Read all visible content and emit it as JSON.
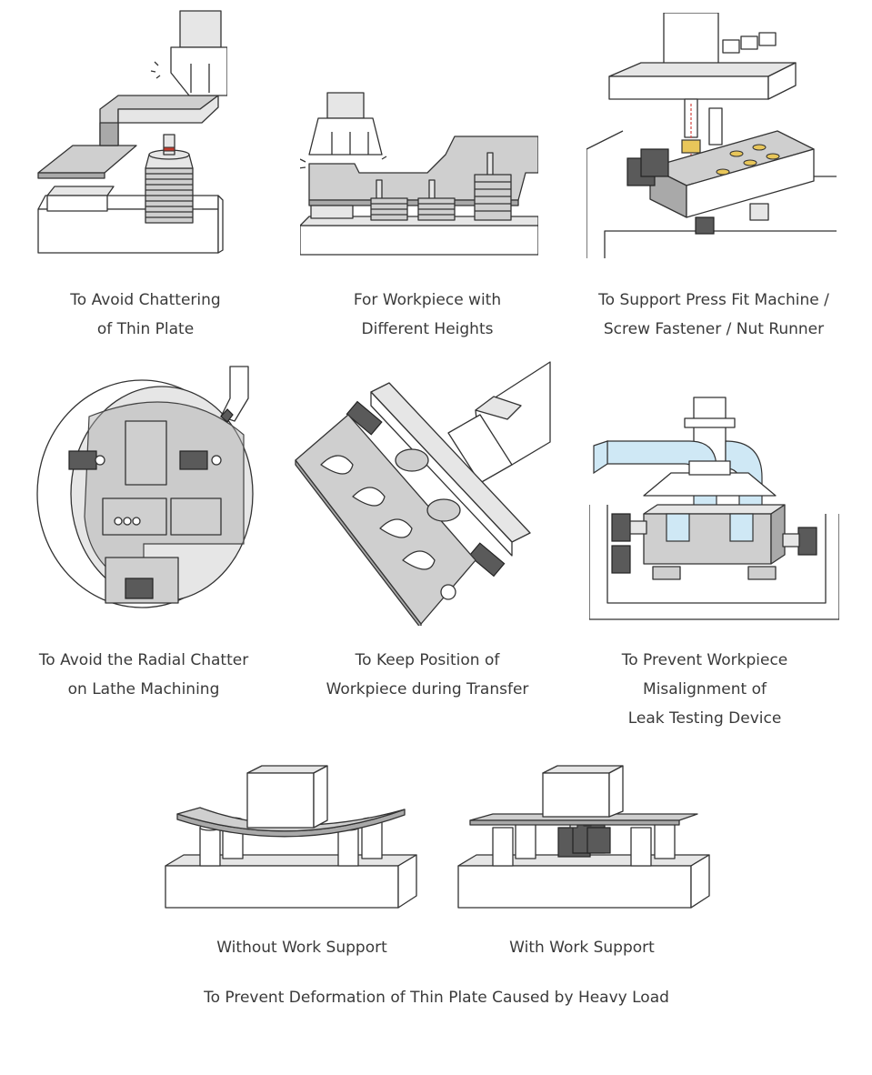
{
  "captions": {
    "c1": [
      "To Avoid Chattering",
      "of Thin Plate"
    ],
    "c2": [
      "For Workpiece with",
      "Different Heights"
    ],
    "c3": [
      "To Support Press Fit Machine /",
      "Screw Fastener / Nut Runner"
    ],
    "c4": [
      "To Avoid the Radial Chatter",
      "on Lathe Machining"
    ],
    "c5": [
      "To Keep Position of",
      "Workpiece during Transfer"
    ],
    "c6": [
      "To Prevent Workpiece",
      "Misalignment of",
      "Leak Testing Device"
    ],
    "c7": [
      "Without Work Support"
    ],
    "c8": [
      "With Work Support"
    ]
  },
  "footer": "To Prevent Deformation of Thin Plate Caused by Heavy Load",
  "colors": {
    "leak_channel": "#cfe8f5",
    "brass_fitting": "#e8c65a",
    "laser_line": "#d9534f"
  }
}
